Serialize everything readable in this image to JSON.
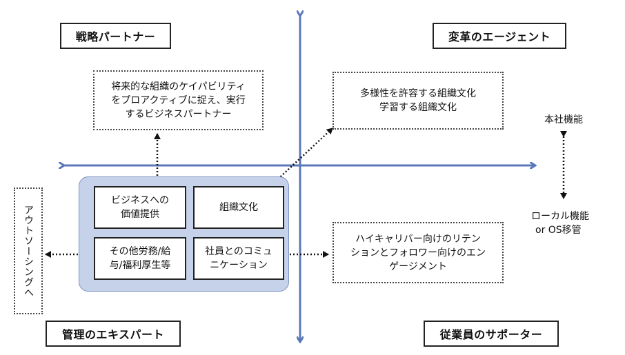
{
  "quadrants": {
    "top_left": "戦略パートナー",
    "top_right": "変革のエージェント",
    "bottom_left": "管理のエキスパート",
    "bottom_right": "従業員のサポーター"
  },
  "notes": {
    "strategic": [
      "将来的な組織のケイパビリティ",
      "をプロアクティブに捉え、実行",
      "するビジネスパートナー"
    ],
    "culture": [
      "多様性を許容する組織文化",
      "学習する組織文化"
    ],
    "retention": [
      "ハイキャリバー向けのリテン",
      "ションとフォロワー向けのエン",
      "ゲージメント"
    ]
  },
  "cells": {
    "business_value": [
      "ビジネスへの",
      "価値提供"
    ],
    "org_culture": [
      "組織文化"
    ],
    "admin_tasks": [
      "その他労務/給",
      "与/福利厚生等"
    ],
    "communication": [
      "社員とのコミュ",
      "ニケーション"
    ]
  },
  "outsourcing": "アウトソーシングへ",
  "side": {
    "headquarters": "本社機能",
    "local_line1": "ローカル機能",
    "local_line2": "or  OS移管"
  },
  "colors": {
    "axis": "#5b79b8",
    "group_fill": "#c6d2ea",
    "dotted": "#111111"
  }
}
